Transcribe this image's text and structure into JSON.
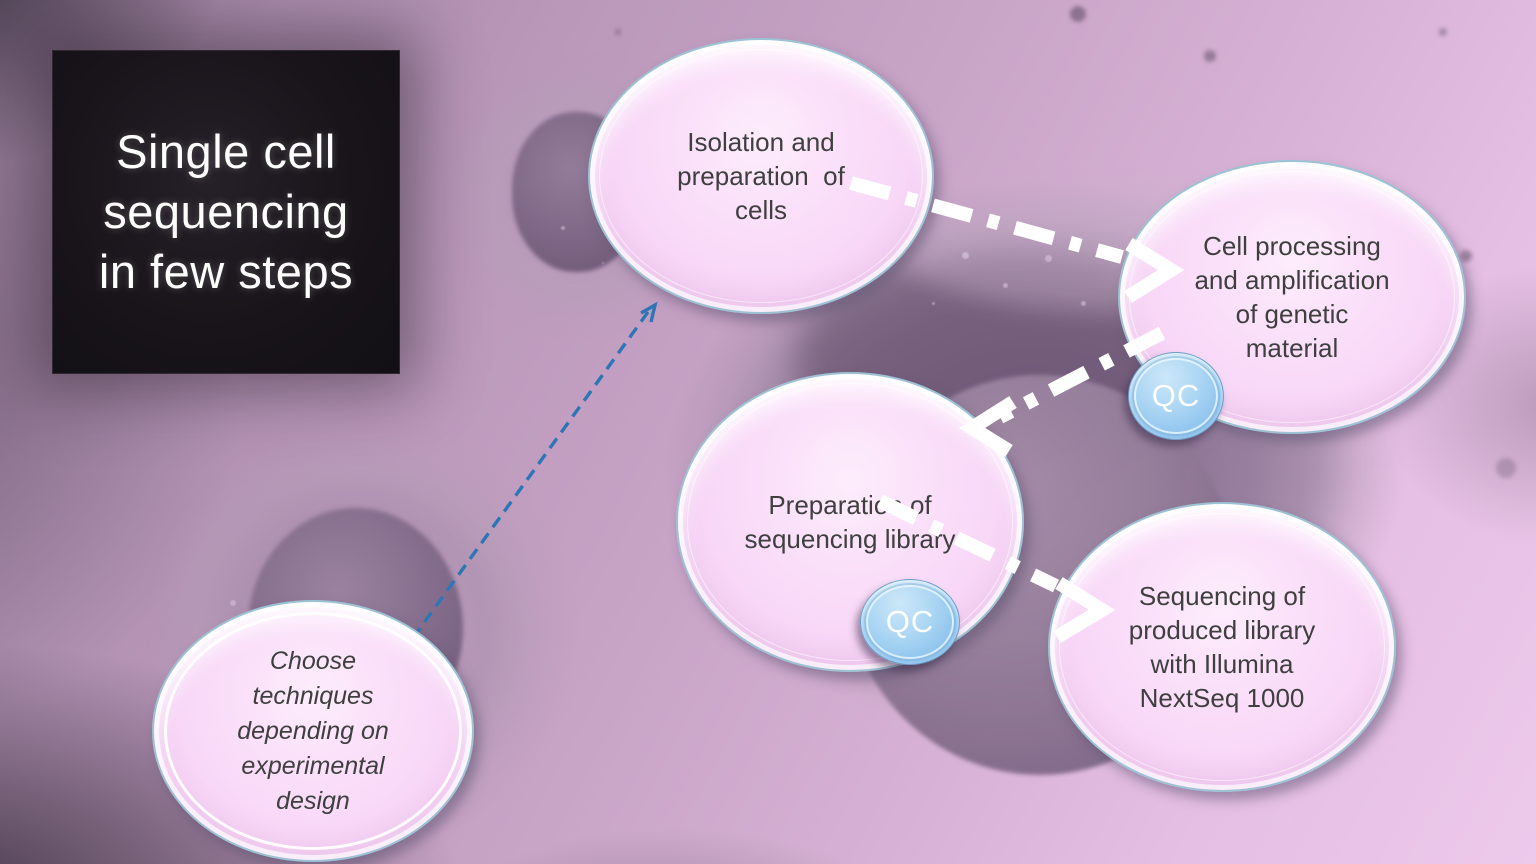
{
  "slide": {
    "title": "Single cell\nsequencing\nin few steps"
  },
  "steps": [
    {
      "id": "isolation",
      "text": "Isolation and\npreparation  of\ncells"
    },
    {
      "id": "cell-processing",
      "text": "Cell processing\nand amplification\nof genetic\nmaterial"
    },
    {
      "id": "library-prep",
      "text": "Preparation of\nsequencing library"
    },
    {
      "id": "sequencing",
      "text": "Sequencing of\nproduced library\nwith Illumina\nNextSeq 1000"
    },
    {
      "id": "choose-techniques",
      "text": "Choose\ntechniques\ndepending on\nexperimental\ndesign",
      "style": "italic"
    }
  ],
  "qc_badges": [
    {
      "label": "QC"
    },
    {
      "label": "QC"
    }
  ],
  "colors": {
    "ellipse_fill": "#f8d7f6",
    "ellipse_border": "#9cc2d4",
    "step_text": "#3f3f3f",
    "qc_fill": "#93c6ee",
    "qc_text": "#ffffff",
    "flow_arrow": "#ffffff",
    "annotation_arrow": "#2e75b6",
    "title_text": "#ffffff",
    "title_bg": "#141016",
    "background_base": "#c5a0c4"
  }
}
